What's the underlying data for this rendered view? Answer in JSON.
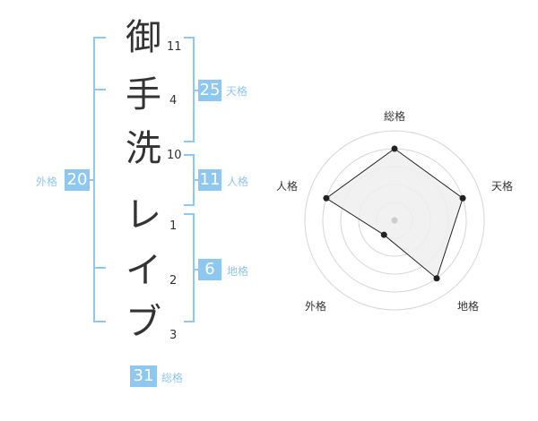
{
  "name": {
    "characters": [
      {
        "char": "御",
        "strokes": "11"
      },
      {
        "char": "手",
        "strokes": "4"
      },
      {
        "char": "洗",
        "strokes": "10"
      },
      {
        "char": "レ",
        "strokes": "1"
      },
      {
        "char": "イ",
        "strokes": "2"
      },
      {
        "char": "ブ",
        "strokes": "3"
      }
    ]
  },
  "fortune": {
    "tenkaku": {
      "value": "25",
      "label": "天格"
    },
    "jinkaku": {
      "value": "11",
      "label": "人格"
    },
    "chikaku": {
      "value": "6",
      "label": "地格"
    },
    "gaikaku": {
      "value": "20",
      "label": "外格"
    },
    "soukaku": {
      "value": "31",
      "label": "総格"
    }
  },
  "chart_data": {
    "type": "radar",
    "axes": [
      "総格",
      "天格",
      "地格",
      "外格",
      "人格"
    ],
    "values": [
      4,
      4,
      4,
      1,
      4
    ],
    "rmax": 5,
    "rings": 5,
    "colors": {
      "fill": "#efefef",
      "line": "#222222",
      "grid": "#d6d6d6",
      "accent": "#8ec7ef"
    }
  }
}
